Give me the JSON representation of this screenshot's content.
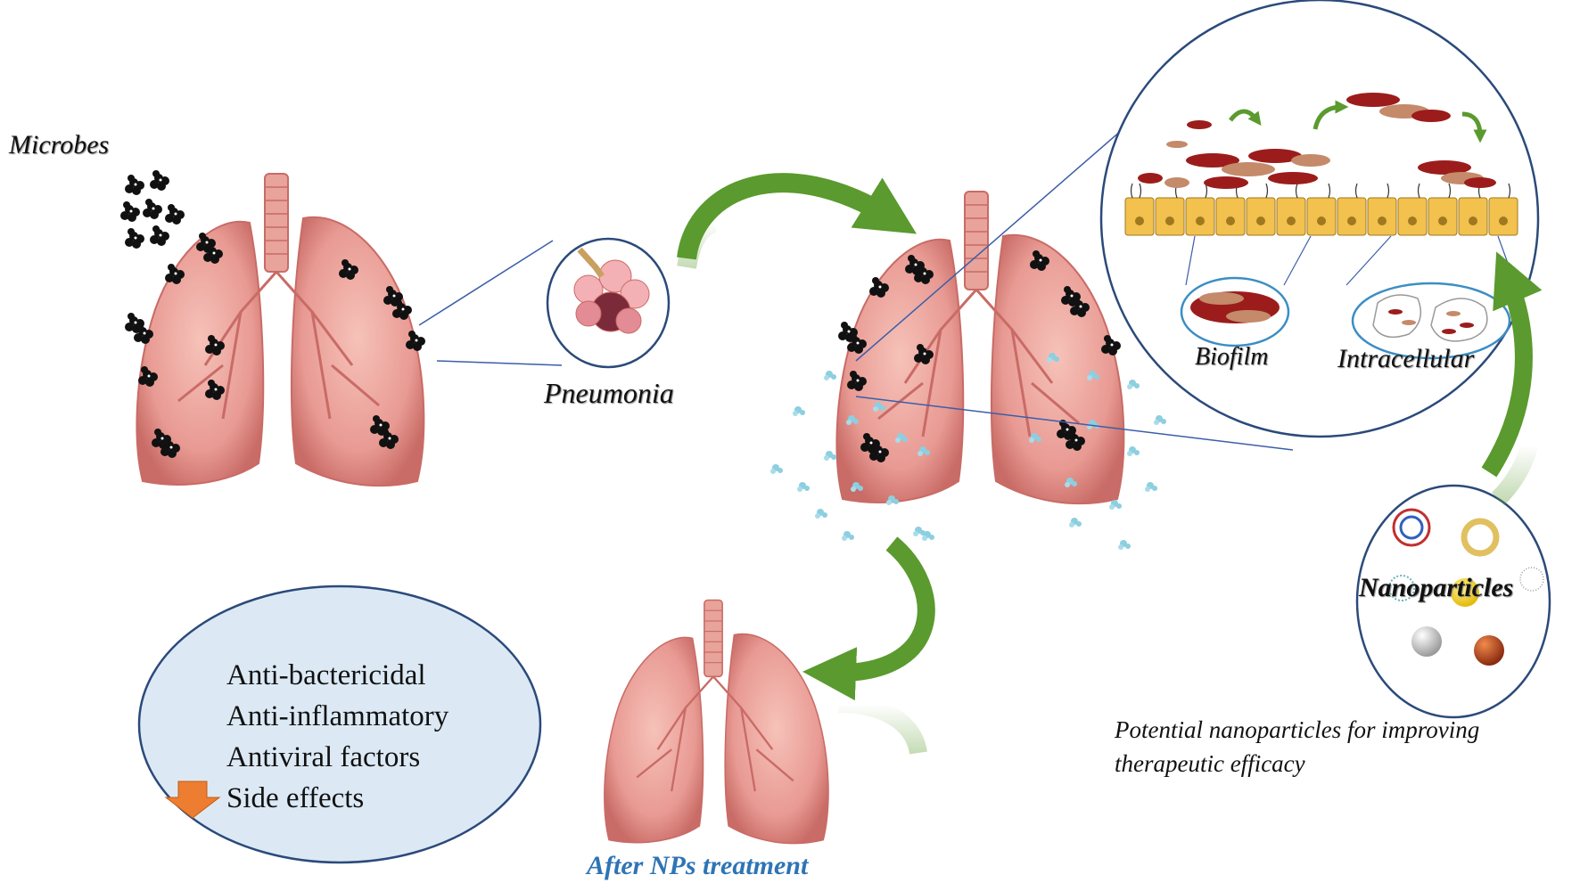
{
  "labels": {
    "microbes": "Microbes",
    "pneumonia": "Pneumonia",
    "biofilm": "Biofilm",
    "intracellular": "Intracellular",
    "nanoparticles": "Nanoparticles",
    "after_treatment": "After NPs treatment"
  },
  "caption": {
    "line1": "Potential nanoparticles for improving",
    "line2": "therapeutic efficacy"
  },
  "effects": {
    "items": [
      "Anti-bactericidal",
      "Anti-inflammatory",
      "Antiviral factors",
      "Side effects"
    ],
    "arrow_direction": "down"
  },
  "colors": {
    "lung": "#e89a93",
    "lung_dark": "#c96b66",
    "microbe": "#111111",
    "nanoparticle": "#8ccfe0",
    "arrow_green": "#5b9a2e",
    "callout_line": "#3b5ea8",
    "effects_bg": "#dce9f5",
    "effects_border": "#2b4a7a",
    "down_arrow": "#ed7d31",
    "after_text": "#2e74b5",
    "cell": "#f2c14e",
    "biofilm": "#9c1c1c"
  }
}
